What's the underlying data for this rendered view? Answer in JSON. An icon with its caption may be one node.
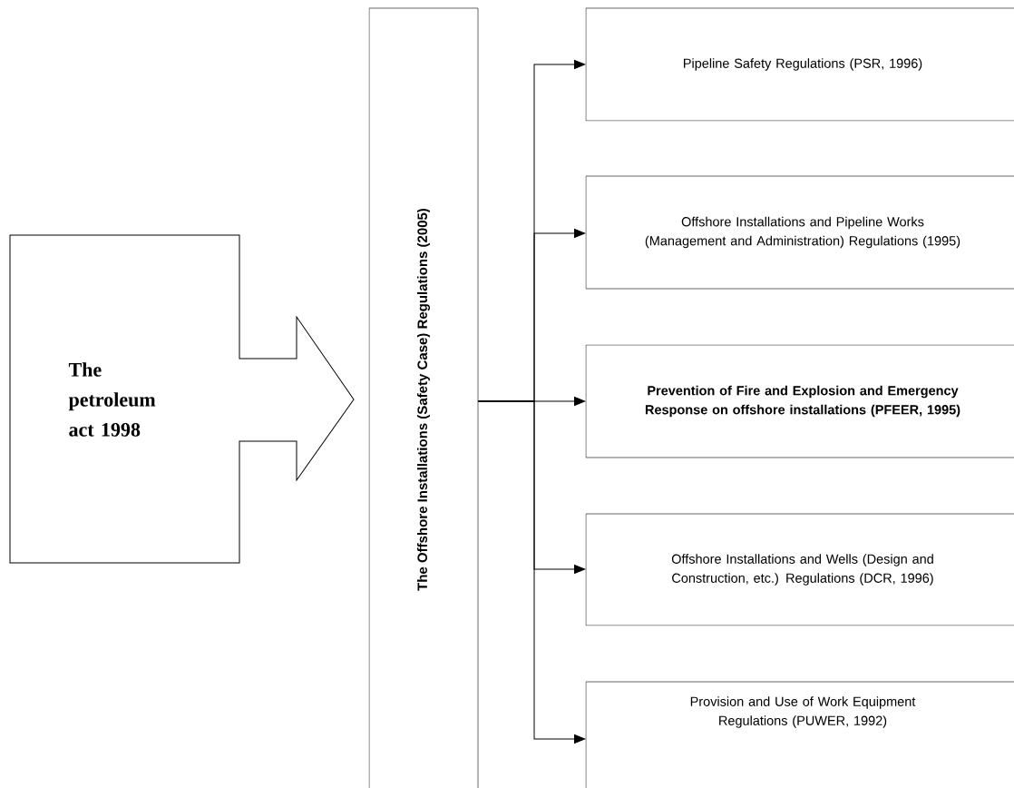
{
  "diagram": {
    "nodes": [
      {
        "text": [
          "The petroleum act 1998"
        ]
      },
      {
        "text": [
          "The Offshore Installations (Safety Case) Regulations (2005)"
        ]
      },
      {
        "text": [
          "Pipeline Safety Regulations (PSR, 1996)"
        ]
      },
      {
        "text": [
          "Offshore Installations and Pipeline Works (Management and Administration) Regulations (1995)"
        ]
      },
      {
        "text": [
          "Prevention of Fire and Explosion and Emergency Response on offshore installations (PFEER, 1995)"
        ]
      },
      {
        "text": [
          "Offshore Installations and Wells (Design and Construction, etc.) Regulations (DCR, 1996)"
        ]
      },
      {
        "text": [
          "Provision and Use of Work Equipment Regulations (PUWER, 1992)"
        ]
      }
    ],
    "edges": [
      {
        "from": 1,
        "to": 2,
        "arrow": "to"
      },
      {
        "from": 1,
        "to": 3,
        "arrow": "to"
      },
      {
        "from": 1,
        "to": 4,
        "arrow": "to"
      },
      {
        "from": 1,
        "to": 5,
        "arrow": "to"
      },
      {
        "from": 1,
        "to": 6,
        "arrow": "to"
      }
    ]
  }
}
